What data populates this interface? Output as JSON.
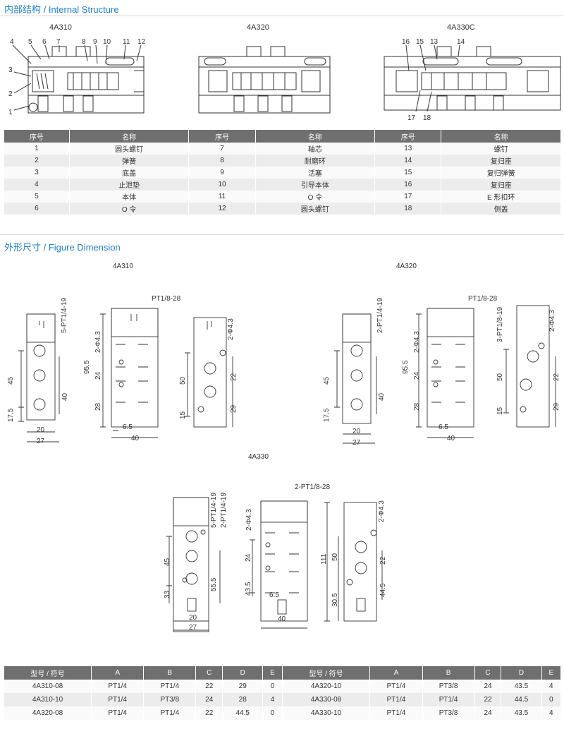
{
  "section1": {
    "title": "内部结构 / Internal Structure"
  },
  "section2": {
    "title": "外形尺寸 / Figure Dimension"
  },
  "structure": {
    "model_a": "4A310",
    "model_b": "4A320",
    "model_c": "4A330C",
    "callouts_a": [
      "4",
      "5",
      "6",
      "7",
      "8",
      "9",
      "10",
      "11",
      "12",
      "3",
      "2",
      "1"
    ],
    "callouts_c": [
      "16",
      "15",
      "13",
      "14",
      "17",
      "18"
    ]
  },
  "parts_table": {
    "headers": [
      "序号",
      "名称",
      "序号",
      "名称",
      "序号",
      "名称"
    ],
    "rows": [
      [
        "1",
        "圆头螺钉",
        "7",
        "轴芯",
        "13",
        "螺钉"
      ],
      [
        "2",
        "弹簧",
        "8",
        "耐磨环",
        "14",
        "复归座"
      ],
      [
        "3",
        "底盖",
        "9",
        "活塞",
        "15",
        "复归弹簧"
      ],
      [
        "4",
        "止泄垫",
        "10",
        "引导本体",
        "16",
        "复归座"
      ],
      [
        "5",
        "本体",
        "11",
        "O 令",
        "17",
        "E 形扣环"
      ],
      [
        "6",
        "O 令",
        "12",
        "圆头螺钉",
        "18",
        "侧盖"
      ]
    ]
  },
  "dimensions": {
    "a310": {
      "title": "4A310",
      "port": "5-PT1/4-19",
      "pilot": "PT1/8-28",
      "hole": "2-Φ4.3",
      "hole2": "2-Φ4.3",
      "d45": "45",
      "d17_5": "17.5",
      "d20": "20",
      "d27": "27",
      "d40a": "40",
      "d95_5": "95.5",
      "d24": "24",
      "d28": "28",
      "d6_5": "6.5",
      "d40b": "40",
      "d50": "50",
      "d15": "15",
      "d22": "22",
      "d29": "29"
    },
    "a320": {
      "title": "4A320",
      "port": "2-PT1/4-19",
      "pilot": "PT1/8-28",
      "hole": "2-Φ4.3",
      "port3": "3-PT1/8-19",
      "hole2": "2-Φ4.3",
      "d45": "45",
      "d17_5": "17.5",
      "d20": "20",
      "d27": "27",
      "d40a": "40",
      "d95_5": "95.5",
      "d24": "24",
      "d28": "28",
      "d6_5": "6.5",
      "d40b": "40",
      "d50": "50",
      "d15": "15",
      "d22": "22",
      "d29": "29"
    },
    "a330": {
      "title": "4A330",
      "port": "5-PT1/4-19",
      "port2": "2-PT1/4-19",
      "pilot": "2-PT1/8-28",
      "hole": "2-Φ4.3",
      "hole2": "2-Φ4.3",
      "d45": "45",
      "d33": "33",
      "d55_5": "55.5",
      "d20": "20",
      "d27": "27",
      "d24": "24",
      "d43_5": "43.5",
      "d6_5": "6.5",
      "d40": "40",
      "d111": "111",
      "d50": "50",
      "d30_5": "30.5",
      "d22": "22",
      "d44_5": "44.5"
    }
  },
  "dim_table": {
    "headers": [
      "型号 / 符号",
      "A",
      "B",
      "C",
      "D",
      "E",
      "型号 / 符号",
      "A",
      "B",
      "C",
      "D",
      "E"
    ],
    "rows": [
      [
        "4A310-08",
        "PT1/4",
        "PT1/4",
        "22",
        "29",
        "0",
        "4A320-10",
        "PT1/4",
        "PT3/8",
        "24",
        "43.5",
        "4"
      ],
      [
        "4A310-10",
        "PT1/4",
        "PT3/8",
        "24",
        "28",
        "4",
        "4A330-08",
        "PT1/4",
        "PT1/4",
        "22",
        "44.5",
        "0"
      ],
      [
        "4A320-08",
        "PT1/4",
        "PT1/4",
        "22",
        "44.5",
        "0",
        "4A330-10",
        "PT1/4",
        "PT3/8",
        "24",
        "43.5",
        "4"
      ]
    ]
  },
  "colors": {
    "accent": "#1b7fc4",
    "header_bg": "#6f6f6f",
    "row_alt": "#ececec"
  }
}
